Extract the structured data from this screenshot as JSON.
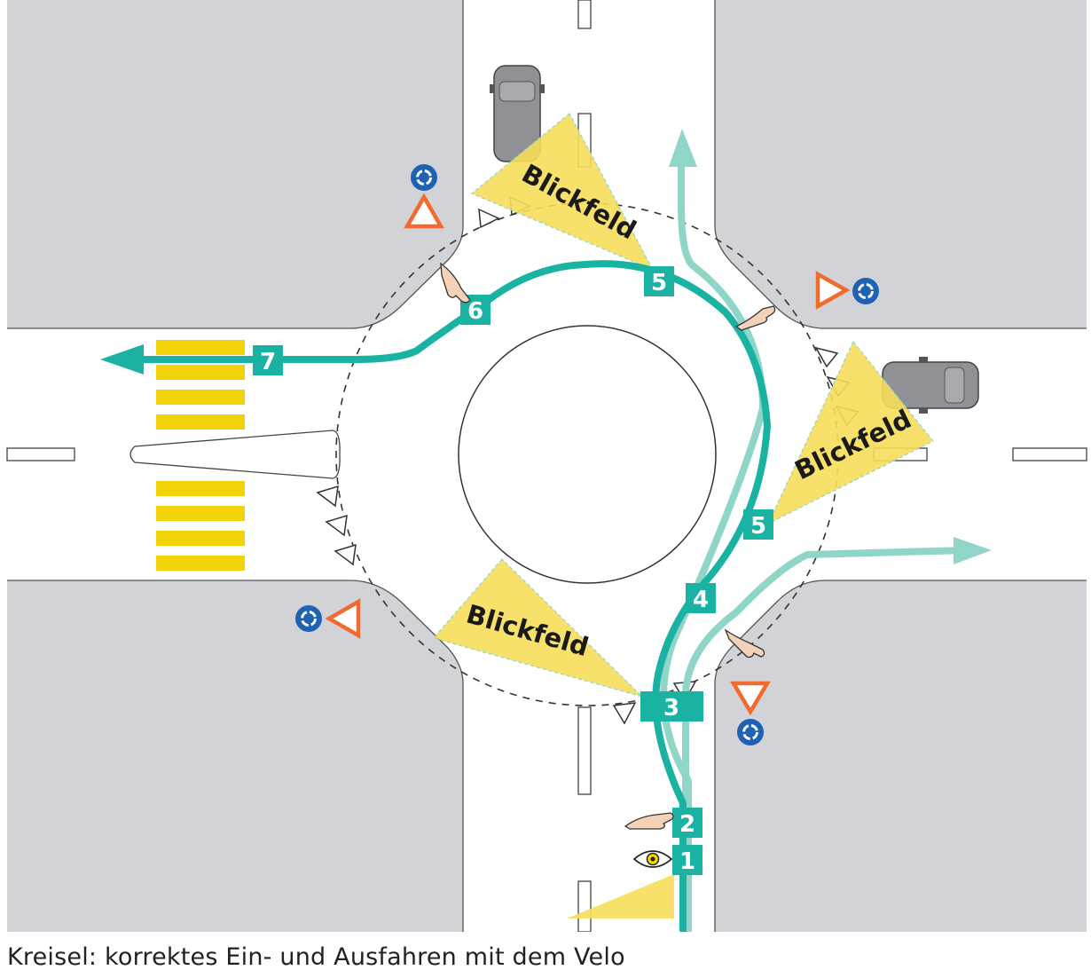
{
  "colors": {
    "block": "#d2d3d6",
    "road": "#ffffff",
    "route": "#1ab3a3",
    "route_light": "#8fd6c9",
    "fov": "#f6de5a",
    "crossing": "#f2d30a",
    "yield": "#f26a2e",
    "roundabout_sign": "#1f62b3",
    "car": "#8f9195"
  },
  "fov_label": "Blickfeld",
  "fields_of_view": [
    {
      "id": "north",
      "label": "Blickfeld"
    },
    {
      "id": "east",
      "label": "Blickfeld"
    },
    {
      "id": "south",
      "label": "Blickfeld"
    }
  ],
  "steps": [
    "1",
    "2",
    "3",
    "4",
    "5",
    "5",
    "6",
    "7"
  ],
  "routes": [
    {
      "id": "west-exit",
      "color": "route",
      "steps": [
        "1",
        "2",
        "3",
        "4",
        "5",
        "5",
        "6",
        "7"
      ]
    },
    {
      "id": "north-exit",
      "color": "route_light"
    },
    {
      "id": "east-exit",
      "color": "route_light"
    }
  ],
  "icons": [
    "eye-icon",
    "hand-signal-icon",
    "yield-sign-icon",
    "roundabout-sign-icon",
    "car-icon",
    "crosswalk"
  ],
  "caption": "Kreisel: korrektes Ein- und Ausfahren mit dem Velo"
}
